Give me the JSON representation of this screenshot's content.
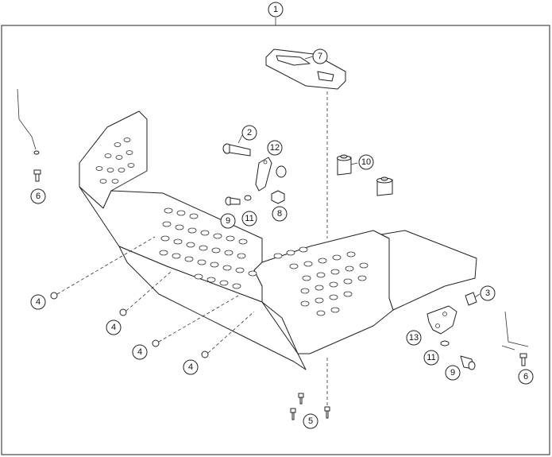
{
  "diagram": {
    "callouts": [
      {
        "id": "c1",
        "label": "1"
      },
      {
        "id": "c2",
        "label": "2"
      },
      {
        "id": "c3",
        "label": "3"
      },
      {
        "id": "c4a",
        "label": "4"
      },
      {
        "id": "c4b",
        "label": "4"
      },
      {
        "id": "c4c",
        "label": "4"
      },
      {
        "id": "c4d",
        "label": "4"
      },
      {
        "id": "c5",
        "label": "5"
      },
      {
        "id": "c6a",
        "label": "6"
      },
      {
        "id": "c6b",
        "label": "6"
      },
      {
        "id": "c7",
        "label": "7"
      },
      {
        "id": "c8",
        "label": "8"
      },
      {
        "id": "c9a",
        "label": "9"
      },
      {
        "id": "c9b",
        "label": "9"
      },
      {
        "id": "c10",
        "label": "10"
      },
      {
        "id": "c11a",
        "label": "11"
      },
      {
        "id": "c11b",
        "label": "11"
      },
      {
        "id": "c12",
        "label": "12"
      },
      {
        "id": "c13",
        "label": "13"
      }
    ],
    "colors": {
      "line": "#222222",
      "fill": "#ffffff",
      "shade": "#d9d9d9"
    }
  }
}
